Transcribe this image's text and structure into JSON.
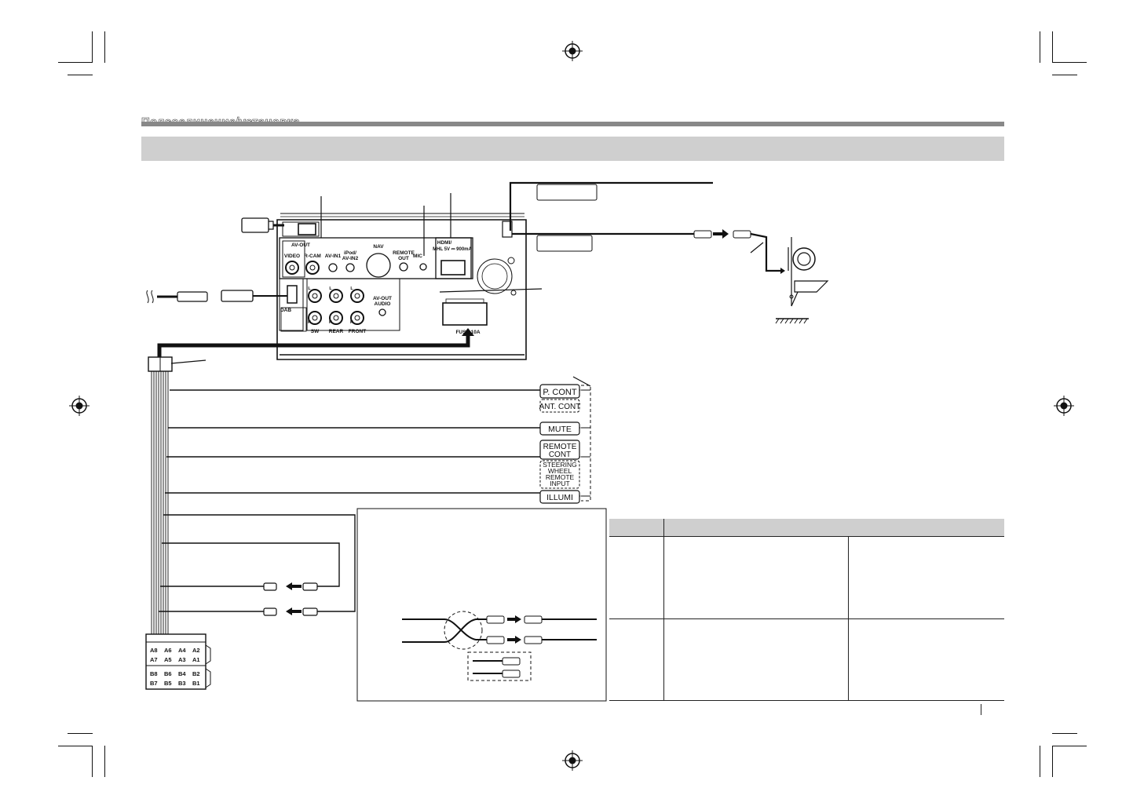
{
  "header": {
    "section_title": "Подсоединение/установка"
  },
  "unit_panel": {
    "av_out_label": "AV-OUT",
    "ports": {
      "video": "VIDEO",
      "r_cam": "R-CAM",
      "av_in1": "AV-IN1",
      "ipod_av_in2": "iPod/\nAV-IN2",
      "nav": "NAV",
      "remote_out": "REMOTE\nOUT",
      "mic": "MIC",
      "hdmi": "HDMI/",
      "hdmi_spec": "MHL 5V ⎓ 900mA",
      "sw": "SW",
      "rear": "REAR",
      "front": "FRONT",
      "av_out_audio": "AV-OUT\nAUDIO",
      "dab": "DAB",
      "fuse": "FUSE 10A",
      "l": "L",
      "r": "R"
    }
  },
  "wire_labels": {
    "p_cont": "P. CONT",
    "ant_cont": "ANT. CONT",
    "mute": "MUTE",
    "remote_cont_1": "REMOTE",
    "remote_cont_2": "CONT",
    "steering_1": "STEERING",
    "steering_2": "WHEEL",
    "steering_3": "REMOTE",
    "steering_4": "INPUT",
    "illumi": "ILLUMI"
  },
  "iso_connector": {
    "row_a1": [
      "A8",
      "A6",
      "A4",
      "A2"
    ],
    "row_a2": [
      "A7",
      "A5",
      "A3",
      "A1"
    ],
    "row_b1": [
      "B8",
      "B6",
      "B4",
      "B2"
    ],
    "row_b2": [
      "B7",
      "B5",
      "B3",
      "B1"
    ]
  },
  "colors": {
    "line": "#111111",
    "header_band": "#cfcfcf",
    "header_rule": "#888888"
  }
}
